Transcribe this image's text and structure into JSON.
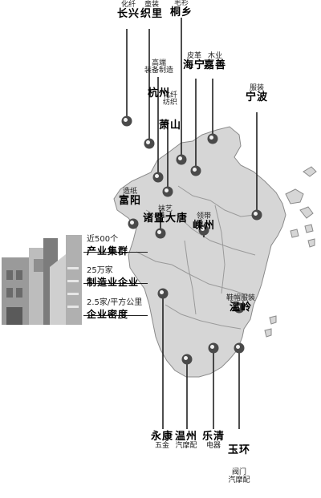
{
  "clusters": [
    {
      "id": "changxing",
      "industry": "化纤",
      "city": "长兴"
    },
    {
      "id": "zhili",
      "industry": "童装",
      "city": "织里"
    },
    {
      "id": "tongxiang",
      "industry": "毛衫",
      "city": "桐乡"
    },
    {
      "id": "hangzhou",
      "industry": "高端\n装备制造",
      "city": "杭州"
    },
    {
      "id": "haining",
      "industry": "皮革",
      "city": "海宁"
    },
    {
      "id": "jiashan",
      "industry": "木业",
      "city": "嘉善"
    },
    {
      "id": "xiaoshan",
      "industry": "化纤\n纺织",
      "city": "萧山"
    },
    {
      "id": "ningbo",
      "industry": "服装",
      "city": "宁波"
    },
    {
      "id": "fuyang",
      "industry": "造纸",
      "city": "富阳"
    },
    {
      "id": "zhuji",
      "industry": "袜艺",
      "city": "诸暨大唐"
    },
    {
      "id": "shengzhou",
      "industry": "领带",
      "city": "嵊州"
    },
    {
      "id": "wenling",
      "industry": "鞋帽服装",
      "city": "温岭"
    },
    {
      "id": "yongkang",
      "city": "永康",
      "industry": "五金"
    },
    {
      "id": "wenzhou",
      "city": "温州",
      "industry": "汽摩配"
    },
    {
      "id": "yueqing",
      "city": "乐清",
      "industry": "电器"
    },
    {
      "id": "yuhuan",
      "city": "玉环",
      "industry": "阀门\n汽摩配"
    }
  ],
  "stats": [
    {
      "number": "近500个",
      "label": "产业集群"
    },
    {
      "number": "25万家",
      "label": "制造业企业"
    },
    {
      "number": "2.5家/平方公里",
      "label": "企业密度"
    }
  ]
}
